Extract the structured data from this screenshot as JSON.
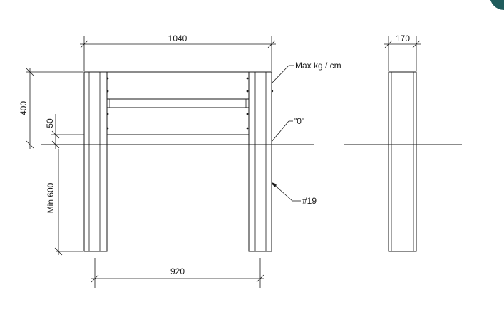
{
  "drawing": {
    "dimensions": {
      "overall_width": "1040",
      "post_depth": "170",
      "panel_height": "400",
      "gap_height": "50",
      "embedment": "Min 600",
      "clear_span": "920"
    },
    "callouts": {
      "max_load": "Max kg / cm",
      "ground_level": "\"0\"",
      "post_size": "#19"
    },
    "colors": {
      "line": "#1a1a1a",
      "corner_badge": "#1f5c5c"
    }
  }
}
